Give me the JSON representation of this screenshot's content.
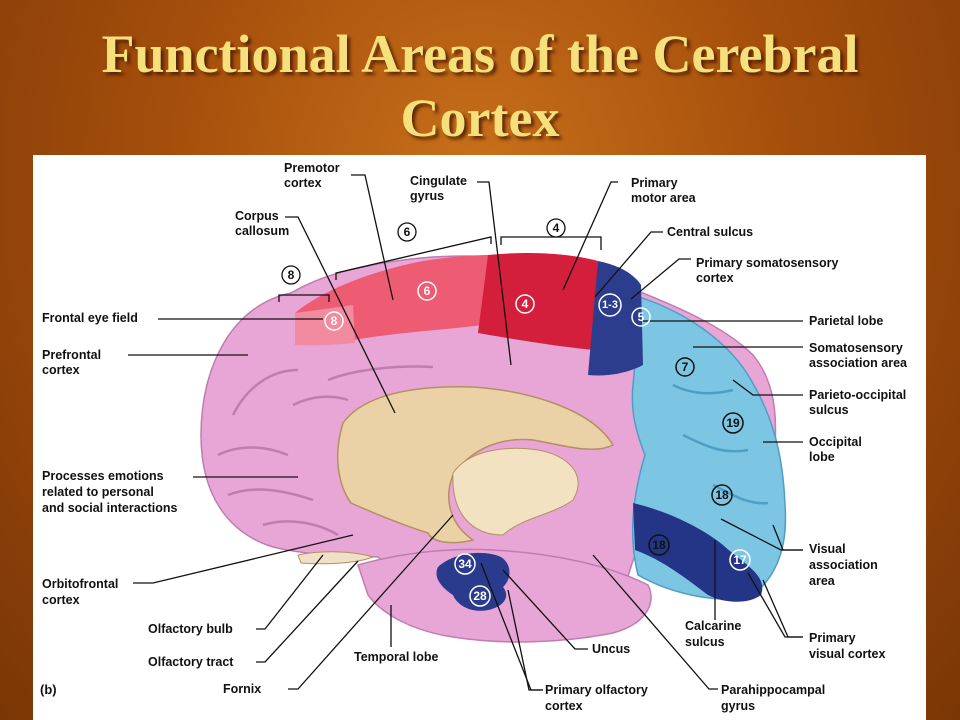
{
  "title": {
    "line1": "Functional Areas of the Cerebral",
    "line2": "Cortex"
  },
  "figure_tag": "(b)",
  "labels": {
    "premotor_cortex": [
      "Premotor",
      "cortex"
    ],
    "cingulate_gyrus": [
      "Cingulate",
      "gyrus"
    ],
    "primary_motor_area": [
      "Primary",
      "motor area"
    ],
    "corpus_callosum": [
      "Corpus",
      "callosum"
    ],
    "central_sulcus": [
      "Central sulcus"
    ],
    "primary_somatosensory_cortex": [
      "Primary somatosensory",
      "cortex"
    ],
    "frontal_eye_field": [
      "Frontal eye field"
    ],
    "parietal_lobe": [
      "Parietal lobe"
    ],
    "prefrontal_cortex": [
      "Prefrontal",
      "cortex"
    ],
    "somatosensory_association_area": [
      "Somatosensory",
      "association area"
    ],
    "parieto_occipital_sulcus": [
      "Parieto-occipital",
      "sulcus"
    ],
    "occipital_lobe": [
      "Occipital",
      "lobe"
    ],
    "processes_emotions": [
      "Processes emotions",
      "related to personal",
      "and social interactions"
    ],
    "visual_association_area": [
      "Visual",
      "association",
      "area"
    ],
    "orbitofrontal_cortex": [
      "Orbitofrontal",
      "cortex"
    ],
    "olfactory_bulb": [
      "Olfactory bulb"
    ],
    "calcarine_sulcus": [
      "Calcarine",
      "sulcus"
    ],
    "primary_visual_cortex": [
      "Primary",
      "visual cortex"
    ],
    "olfactory_tract": [
      "Olfactory tract"
    ],
    "temporal_lobe": [
      "Temporal lobe"
    ],
    "uncus": [
      "Uncus"
    ],
    "fornix": [
      "Fornix"
    ],
    "primary_olfactory_cortex": [
      "Primary olfactory",
      "cortex"
    ],
    "parahippocampal_gyrus": [
      "Parahippocampal",
      "gyrus"
    ]
  },
  "area_numbers": {
    "bracket_8": "8",
    "bracket_6": "6",
    "bracket_4": "4",
    "area_8": "8",
    "area_6": "6",
    "area_4": "4",
    "area_1_3": "1-3",
    "area_5": "5",
    "area_7": "7",
    "area_19": "19",
    "area_18_upper": "18",
    "area_18_lower": "18",
    "area_17": "17",
    "area_34": "34",
    "area_28": "28"
  },
  "colors": {
    "frontal_pink": "#e8a6d6",
    "premotor_red": "#ee5c74",
    "motor_red": "#d31f3c",
    "somatosensory_navy": "#2c3d8e",
    "parietal_blue": "#7cc6e4",
    "corpus_callosum_tan": "#ead2a6",
    "olfactory_navy": "#2a3a8c"
  }
}
